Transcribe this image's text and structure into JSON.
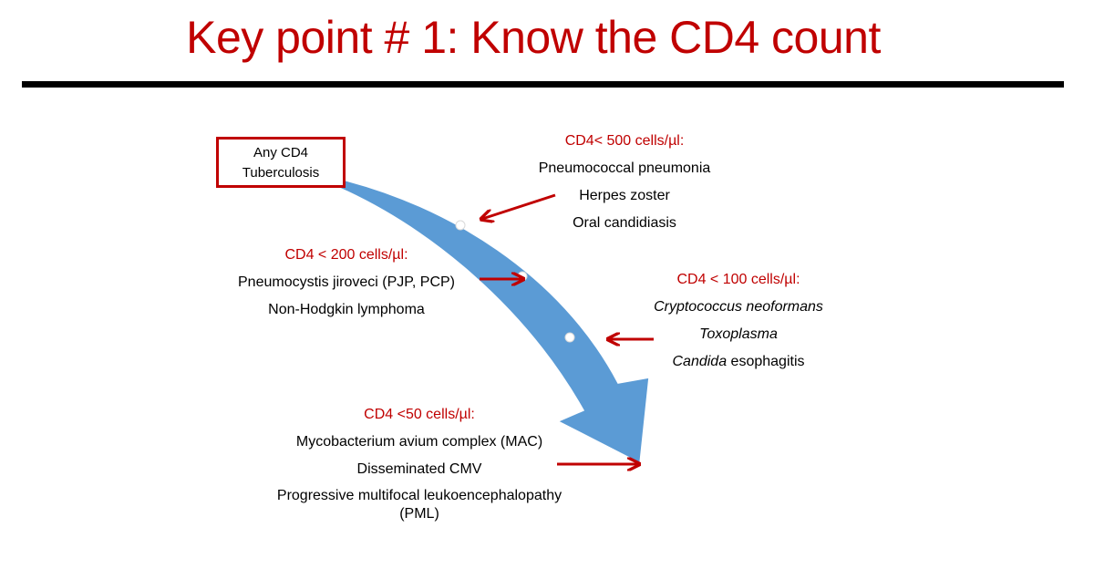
{
  "title": "Key point # 1: Know the CD4 count",
  "any_box": {
    "line1": "Any CD4",
    "line2": "Tuberculosis"
  },
  "cd4_500": {
    "heading": "CD4< 500 cells/µl:",
    "items": [
      "Pneumococcal pneumonia",
      "Herpes zoster",
      "Oral candidiasis"
    ]
  },
  "cd4_200": {
    "heading": "CD4 < 200 cells/µl:",
    "items": [
      "Pneumocystis jiroveci (PJP, PCP)",
      "Non-Hodgkin lymphoma"
    ]
  },
  "cd4_100": {
    "heading": "CD4 < 100 cells/µl:",
    "items": [
      "Cryptococcus neoformans",
      "Toxoplasma"
    ],
    "candida_italic": "Candida",
    "candida_rest": " esophagitis"
  },
  "cd4_50": {
    "heading": "CD4 <50 cells/µl:",
    "items": [
      "Mycobacterium avium complex (MAC)",
      "Disseminated CMV"
    ],
    "pml_line1": "Progressive multifocal leukoencephalopathy",
    "pml_line2": "(PML)"
  },
  "colors": {
    "heading_red": "#c00000",
    "arrow_blue": "#5b9bd5",
    "pointer_red": "#c00000"
  }
}
